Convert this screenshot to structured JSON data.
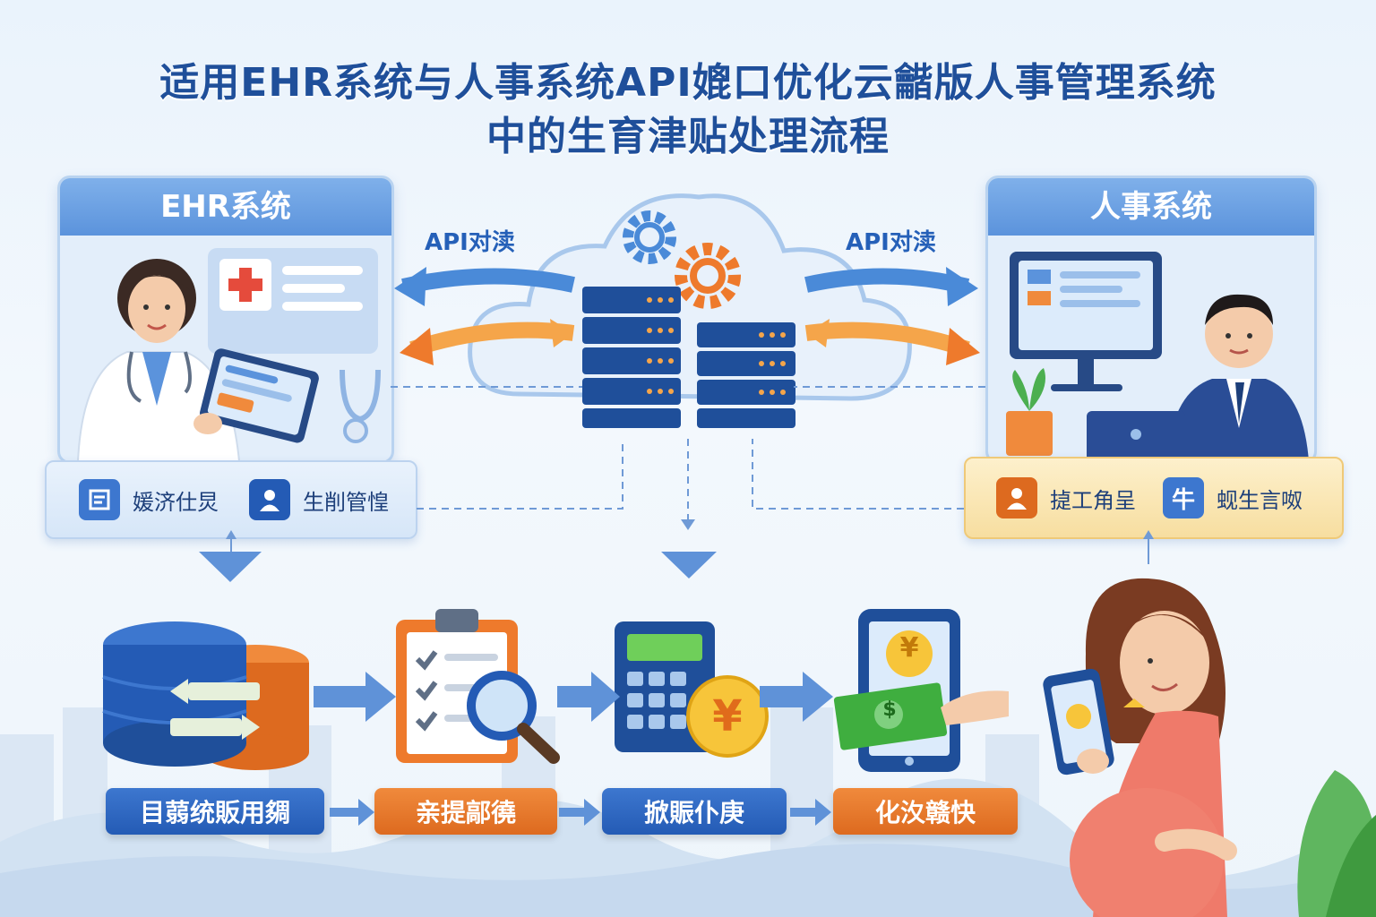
{
  "title": {
    "line1": "适用EHR系统与人事系统API媲口优化云龤版人事管理系统",
    "line2": "中的生育津贴处理流程"
  },
  "left_panel": {
    "header": "EHR系统",
    "strip_items": [
      {
        "icon": "document-icon",
        "label": "媛济仕炅"
      },
      {
        "icon": "user-icon",
        "label": "生削管惶"
      }
    ]
  },
  "right_panel": {
    "header": "人事系统",
    "strip_items": [
      {
        "icon": "employee-icon",
        "label": "㨗工角呈"
      },
      {
        "icon": "hospital-cross-icon",
        "glyph": "牛",
        "label": "蚬生言呶"
      }
    ]
  },
  "api": {
    "left_label": "API对渎",
    "right_label": "API对渎"
  },
  "steps": [
    {
      "label": "目蒻统販用㚋",
      "color": "blue",
      "icon": "database-sync-icon"
    },
    {
      "label": "亲提鄗徺",
      "color": "orange",
      "icon": "clipboard-search-icon"
    },
    {
      "label": "掀賑仆庚",
      "color": "blue",
      "icon": "calculator-yen-icon"
    },
    {
      "label": "化汷赣快",
      "color": "orange",
      "icon": "phone-payment-icon"
    }
  ],
  "symbols": {
    "yen": "¥",
    "dollar": "$",
    "plus": "+"
  },
  "colors": {
    "primary_blue": "#245bb5",
    "accent_orange": "#ee7a2c",
    "panel_bg": "#e3eefa",
    "strip_gold": "#fbe6b4"
  }
}
